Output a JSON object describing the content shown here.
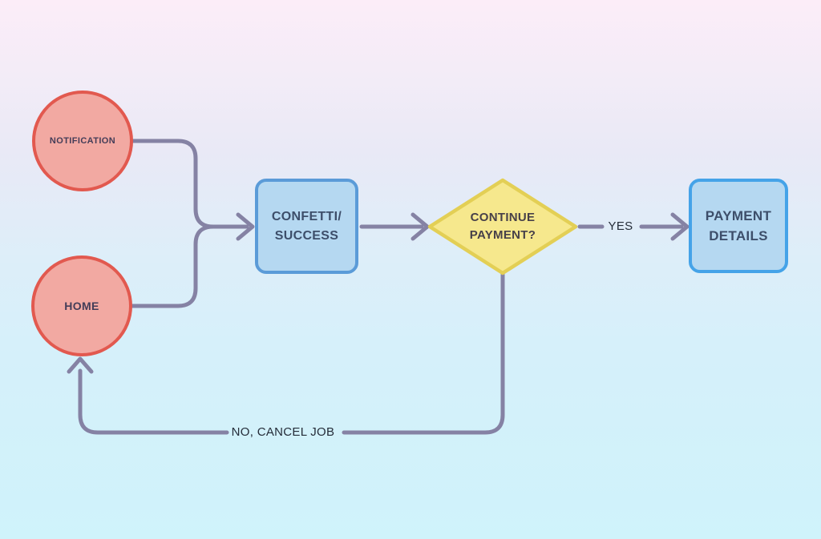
{
  "diagram": {
    "type": "flowchart",
    "nodes": [
      {
        "id": "notification",
        "shape": "circle",
        "label": "NOTIFICATION"
      },
      {
        "id": "home",
        "shape": "circle",
        "label": "HOME"
      },
      {
        "id": "confetti",
        "shape": "process",
        "label": "CONFETTI/\nSUCCESS"
      },
      {
        "id": "continue-payment",
        "shape": "decision",
        "label": "CONTINUE\nPAYMENT?"
      },
      {
        "id": "payment-details",
        "shape": "process",
        "label": "PAYMENT\nDETAILS"
      }
    ],
    "edges": [
      {
        "from": "notification",
        "to": "confetti",
        "label": ""
      },
      {
        "from": "home",
        "to": "confetti",
        "label": ""
      },
      {
        "from": "confetti",
        "to": "continue-payment",
        "label": ""
      },
      {
        "from": "continue-payment",
        "to": "payment-details",
        "label": "YES"
      },
      {
        "from": "continue-payment",
        "to": "home",
        "label": "NO, CANCEL JOB"
      }
    ],
    "colors": {
      "background_top": "#fcedf8",
      "background_middle": "#e9e9f6",
      "background_bottom": "#cff3fb",
      "connector": "#8582a4",
      "circle_fill": "#f2a9a2",
      "circle_border": "#e2594f",
      "process_fill": "#b5d8f1",
      "process_border_confetti": "#5b9bd8",
      "process_border_payment": "#45a3e8",
      "decision_fill": "#f6e88d",
      "decision_border": "#e3cf55",
      "circle_text": "#443d58",
      "process_text": "#3d4e6a",
      "decision_text": "#474049",
      "edge_label_text": "#242c38"
    }
  }
}
